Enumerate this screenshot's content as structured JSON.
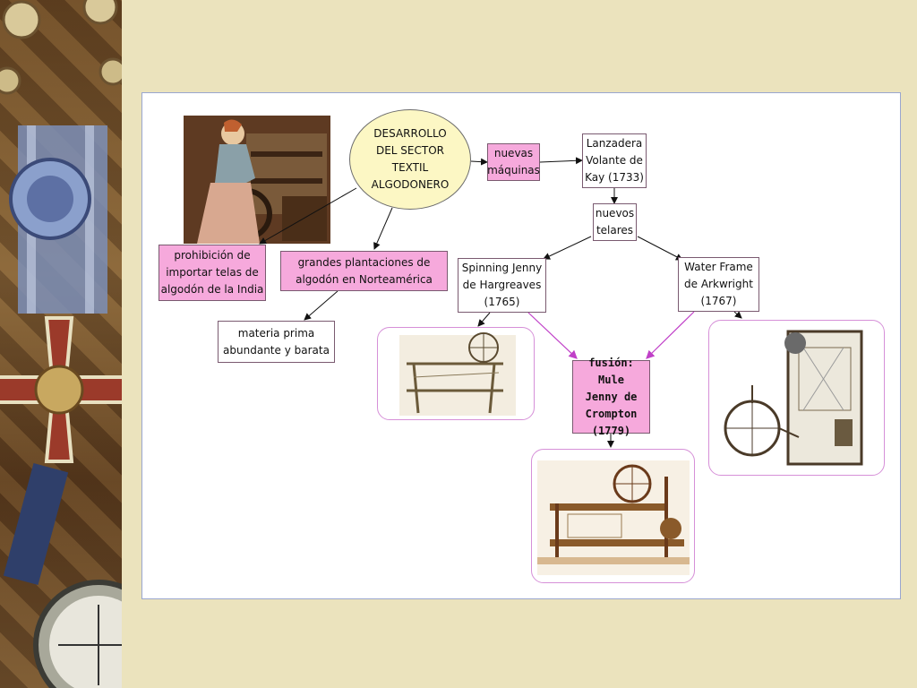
{
  "title": "DESARROLLO\nDEL SECTOR\nTEXTIL\nALGODONERO",
  "nodes": {
    "nuevas_maquinas": "nuevas\nmáquinas",
    "lanzadera": "Lanzadera\nVolante de\nKay (1733)",
    "nuevos_telares": "nuevos\ntelares",
    "spinning_jenny": "Spinning Jenny\nde Hargreaves\n(1765)",
    "water_frame": "Water Frame\nde Arkwright\n(1767)",
    "mule_jenny": "fusión: Mule\nJenny de\nCrompton\n(1779)",
    "prohibicion": "prohibición de\nimportar telas de\nalgodón de la India",
    "plantaciones": "grandes plantaciones de\nalgodón en Norteamérica",
    "materia_prima": "materia prima\nabundante y barata"
  },
  "colors": {
    "background": "#ebe3bd",
    "pink_box": "#f6a9dc",
    "center_ellipse": "#fcf7c4",
    "magenta_arrow": "#c040c8",
    "frame_border": "#d690d8"
  },
  "images": [
    "girl-at-loom-painting",
    "spinning-jenny-illustration",
    "water-frame-illustration",
    "mule-jenny-illustration"
  ]
}
